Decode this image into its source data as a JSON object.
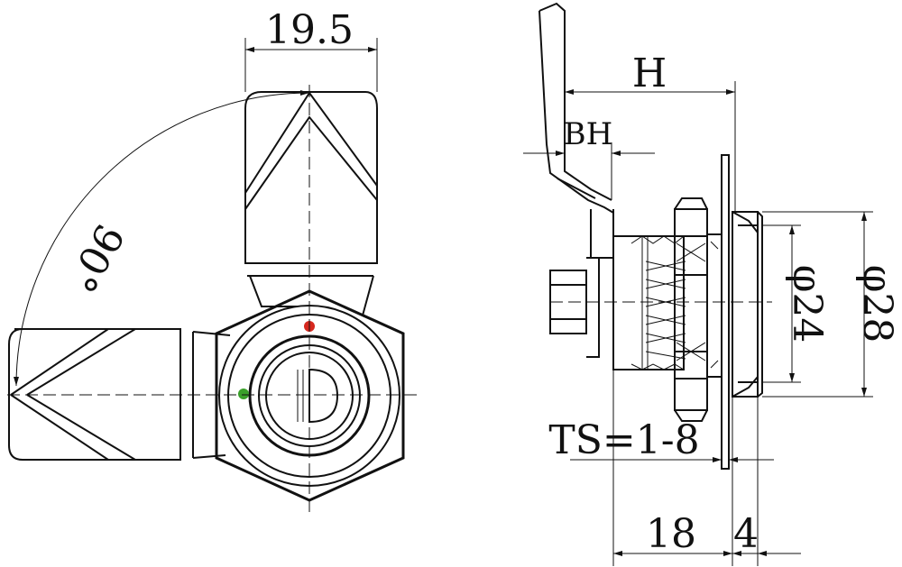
{
  "dimensions": {
    "width_19_5": "19.5",
    "angle_90": "90°",
    "height_H": "H",
    "bh": "BH",
    "dia_24": "φ24",
    "dia_28": "φ28",
    "ts_range": "TS=1-8",
    "len_18": "18",
    "len_4": "4"
  },
  "colors": {
    "red_dot": "#d6281f",
    "green_dot": "#3aa02a",
    "line": "#111111"
  }
}
